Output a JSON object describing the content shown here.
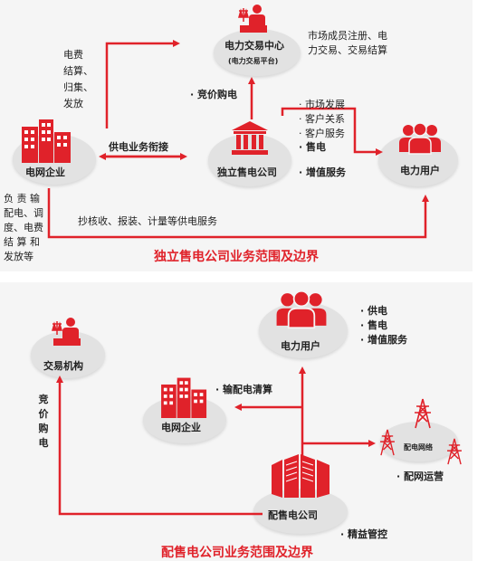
{
  "colors": {
    "accent": "#e0222a",
    "panel": "#f5f5f5",
    "blob": "#e2e2e2",
    "text": "#222222"
  },
  "diagram1": {
    "caption": "独立售电公司业务范围及边界",
    "nodes": {
      "trading_center": "电力交易中心",
      "trading_platform": "(电力交易平台)",
      "grid_company": "电网企业",
      "independent_retailer": "独立售电公司",
      "power_user": "电力用户"
    },
    "labels": {
      "trading_center_services": "市场成员注册、电\n力交易、交易结算",
      "grid_settlement": "电费\n结算、\n归集、\n发放",
      "bid_purchase": "· 竞价购电",
      "supply_link": "供电业务衔接",
      "retailer_services": "· 市场发展\n· 客户关系\n· 客户服务",
      "sell_power": "· 售电",
      "value_added": "· 增值服务",
      "grid_duties": "负 责 输\n配电、调\n度、电费\n结 算 和\n发放等",
      "meter_services": "抄核收、报装、计量等供电服务"
    }
  },
  "diagram2": {
    "caption": "配售电公司业务范围及边界",
    "nodes": {
      "power_user": "电力用户",
      "trading_org": "交易机构",
      "grid_company": "电网企业",
      "distribution_network": "配电网络",
      "dist_retail_company": "配售电公司"
    },
    "labels": {
      "user_services": "· 供电\n· 售电\n· 增值服务",
      "bid_purchase": "竞\n价\n购\n电",
      "transmission_settlement": "· 输配电清算",
      "network_operation": "· 配网运营",
      "lean_management": "· 精益管控"
    }
  },
  "icons": [
    "judge-icon",
    "bank-building-icon",
    "city-buildings-icon",
    "users-group-icon",
    "server-rack-icon",
    "power-tower-icon"
  ]
}
